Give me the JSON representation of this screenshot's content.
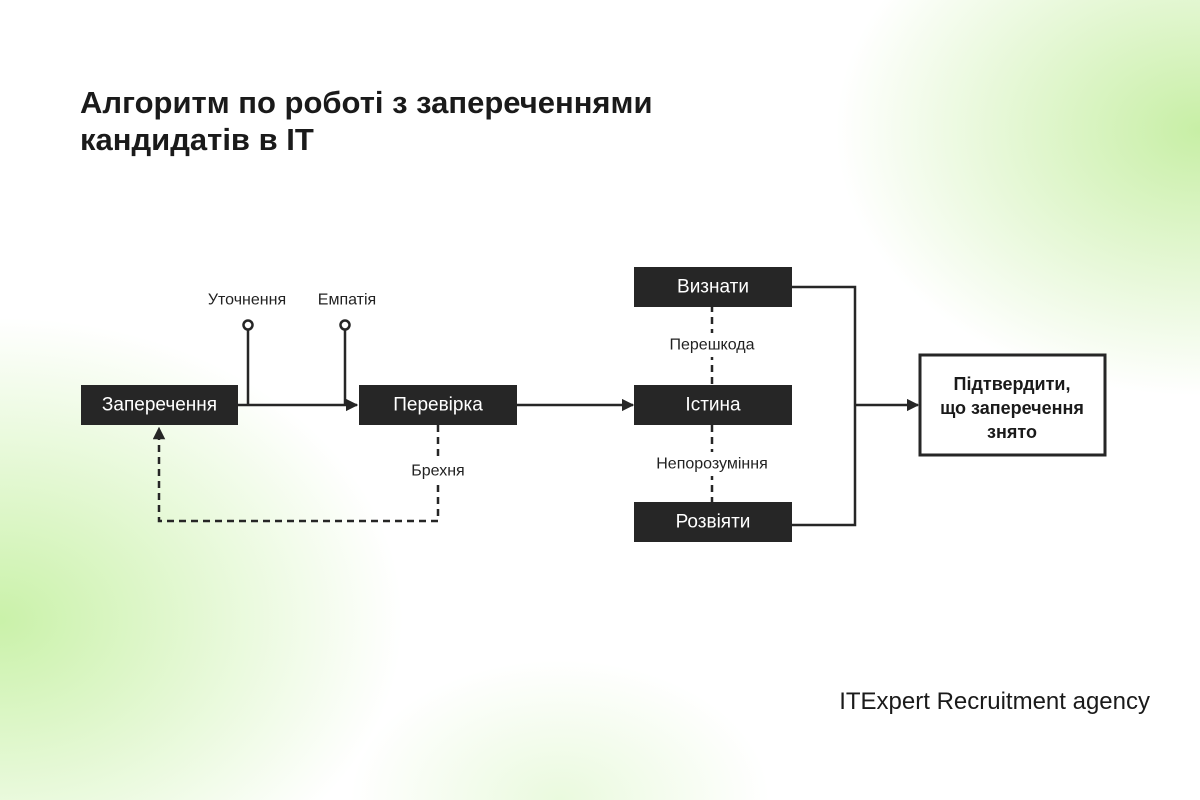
{
  "title": {
    "line1": "Алгоритм по роботі з запереченнями",
    "line2": "кандидатів в IT"
  },
  "nodes": {
    "objection": "Заперечення",
    "check": "Перевірка",
    "acknowledge": "Визнати",
    "truth": "Істина",
    "dispel": "Розвіяти",
    "confirm": [
      "Підтвердити,",
      "що заперечення",
      "знято"
    ]
  },
  "labels": {
    "clarification": "Уточнення",
    "empathy": "Емпатія",
    "lie": "Брехня",
    "obstacle": "Перешкода",
    "misunderstanding": "Непорозуміння"
  },
  "footer": "ITExpert Recruitment agency"
}
